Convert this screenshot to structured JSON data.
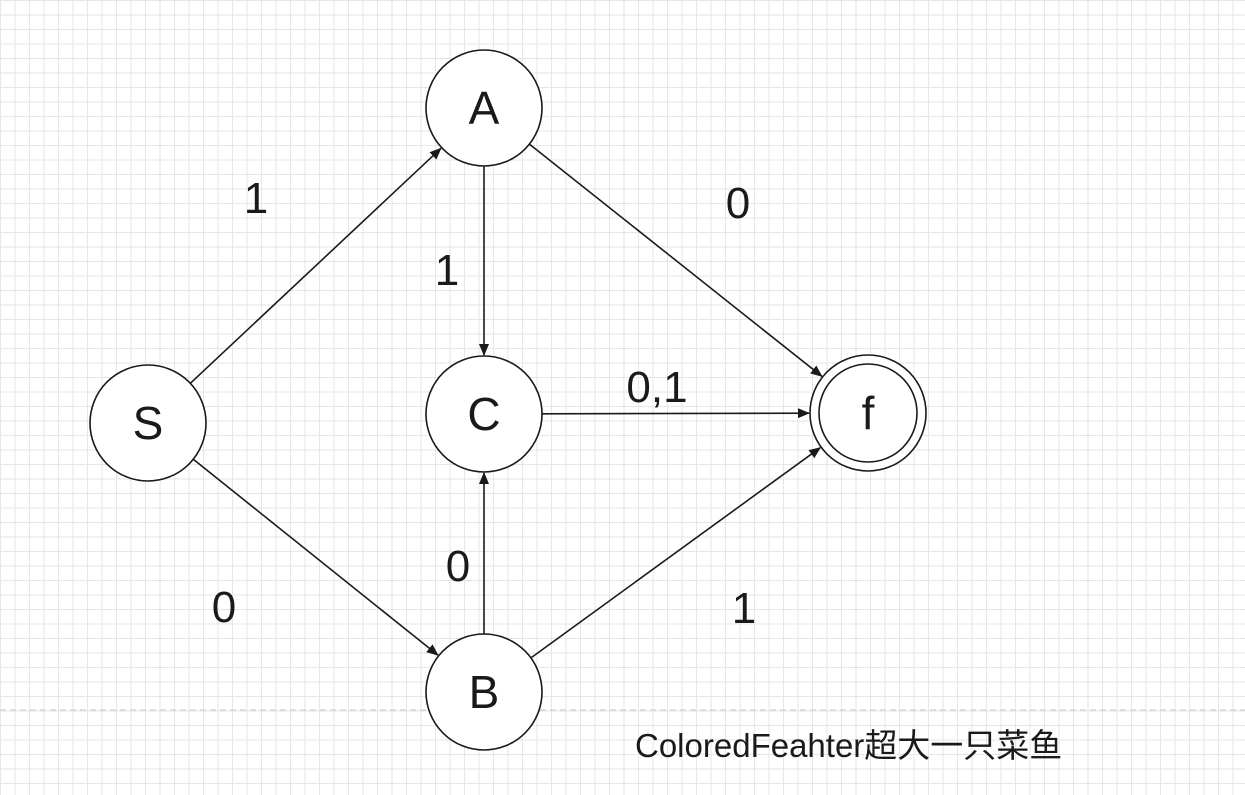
{
  "diagram": {
    "nodes": [
      {
        "id": "S",
        "label": "S",
        "accepting": false
      },
      {
        "id": "A",
        "label": "A",
        "accepting": false
      },
      {
        "id": "C",
        "label": "C",
        "accepting": false
      },
      {
        "id": "B",
        "label": "B",
        "accepting": false
      },
      {
        "id": "f",
        "label": "f",
        "accepting": true
      }
    ],
    "edges": [
      {
        "from": "S",
        "to": "A",
        "label": "1"
      },
      {
        "from": "S",
        "to": "B",
        "label": "0"
      },
      {
        "from": "A",
        "to": "C",
        "label": "1"
      },
      {
        "from": "A",
        "to": "f",
        "label": "0"
      },
      {
        "from": "C",
        "to": "f",
        "label": "0,1"
      },
      {
        "from": "B",
        "to": "C",
        "label": "0"
      },
      {
        "from": "B",
        "to": "f",
        "label": "1"
      }
    ]
  },
  "watermark": "ColoredFeahter超大一只菜鱼"
}
